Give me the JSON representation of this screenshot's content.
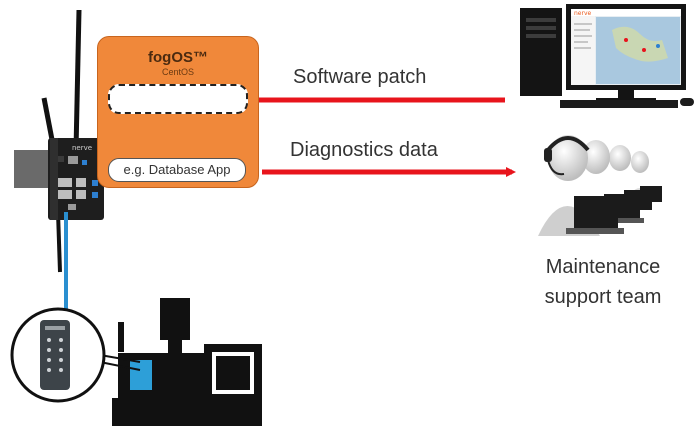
{
  "fog_panel": {
    "title": "fogOS™",
    "subtitle": "CentOS",
    "app_label": "e.g. Database App"
  },
  "arrows": {
    "patch_label": "Software patch",
    "diagnostics_label": "Diagnostics data"
  },
  "team": {
    "label_line1": "Maintenance",
    "label_line2": "support team"
  },
  "device": {
    "brand": "nerve"
  },
  "monitor": {
    "brand": "nerve"
  },
  "colors": {
    "panel": "#f0883a",
    "arrow": "#e8141c",
    "cable": "#2a8fd0",
    "machine": "#111111",
    "machine_accent": "#2d9fd8"
  }
}
